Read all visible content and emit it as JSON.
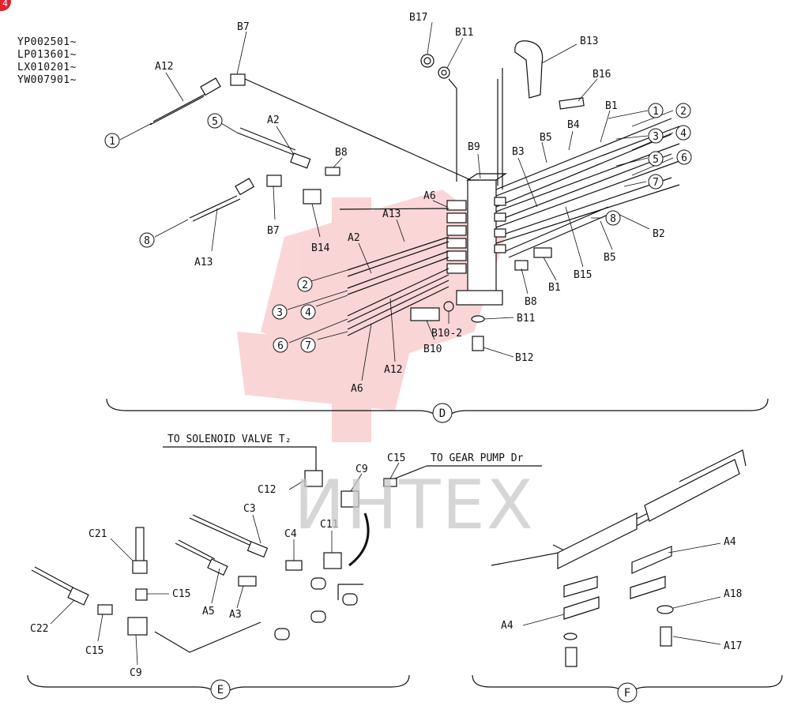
{
  "page_badge": "4",
  "serials": [
    "YP002501∼",
    "LP013601∼",
    "LX010201∼",
    "YW007901∼"
  ],
  "watermark": "ИНТЕХ",
  "colors": {
    "ink": "#111111",
    "watermark": "#f5a6a6",
    "badge": "#e0232f"
  },
  "section_d": {
    "label": "D",
    "parts": [
      {
        "id": "a12-top",
        "text": "A12"
      },
      {
        "id": "b7-top",
        "text": "B7"
      },
      {
        "id": "b17",
        "text": "B17"
      },
      {
        "id": "b11-top",
        "text": "B11"
      },
      {
        "id": "b13",
        "text": "B13"
      },
      {
        "id": "b16",
        "text": "B16"
      },
      {
        "id": "b1-top",
        "text": "B1"
      },
      {
        "id": "b4",
        "text": "B4"
      },
      {
        "id": "b5-top",
        "text": "B5"
      },
      {
        "id": "b9",
        "text": "B9"
      },
      {
        "id": "b3",
        "text": "B3"
      },
      {
        "id": "a2-top",
        "text": "A2"
      },
      {
        "id": "b8-top",
        "text": "B8"
      },
      {
        "id": "a6-mid",
        "text": "A6"
      },
      {
        "id": "a13-mid",
        "text": "A13"
      },
      {
        "id": "b7-mid",
        "text": "B7"
      },
      {
        "id": "b14",
        "text": "B14"
      },
      {
        "id": "a13-left",
        "text": "A13"
      },
      {
        "id": "a2-mid",
        "text": "A2"
      },
      {
        "id": "b2",
        "text": "B2"
      },
      {
        "id": "b5-low",
        "text": "B5"
      },
      {
        "id": "b15",
        "text": "B15"
      },
      {
        "id": "b1-low",
        "text": "B1"
      },
      {
        "id": "b8-low",
        "text": "B8"
      },
      {
        "id": "b11-low",
        "text": "B11"
      },
      {
        "id": "b10-2",
        "text": "B10-2"
      },
      {
        "id": "b10",
        "text": "B10"
      },
      {
        "id": "b12",
        "text": "B12"
      },
      {
        "id": "a12-low",
        "text": "A12"
      },
      {
        "id": "a6-low",
        "text": "A6"
      }
    ],
    "callouts": [
      {
        "id": "c1-left",
        "text": "1"
      },
      {
        "id": "c5-left",
        "text": "5"
      },
      {
        "id": "c8-left",
        "text": "8"
      },
      {
        "id": "c2-left",
        "text": "2"
      },
      {
        "id": "c3-left",
        "text": "3"
      },
      {
        "id": "c4-left",
        "text": "4"
      },
      {
        "id": "c6-left",
        "text": "6"
      },
      {
        "id": "c7-left",
        "text": "7"
      },
      {
        "id": "c1-right",
        "text": "1"
      },
      {
        "id": "c2-right",
        "text": "2"
      },
      {
        "id": "c3-right",
        "text": "3"
      },
      {
        "id": "c4-right",
        "text": "4"
      },
      {
        "id": "c5-right",
        "text": "5"
      },
      {
        "id": "c6-right",
        "text": "6"
      },
      {
        "id": "c7-right",
        "text": "7"
      },
      {
        "id": "c8-right",
        "text": "8"
      }
    ]
  },
  "section_e": {
    "label": "E",
    "notes": [
      {
        "id": "note-solenoid",
        "text": "TO SOLENOID VALVE T₂"
      },
      {
        "id": "note-gear",
        "text": "TO GEAR PUMP Dr"
      }
    ],
    "parts": [
      {
        "id": "c12",
        "text": "C12"
      },
      {
        "id": "c9-top",
        "text": "C9"
      },
      {
        "id": "c15-top",
        "text": "C15"
      },
      {
        "id": "c3",
        "text": "C3"
      },
      {
        "id": "c4",
        "text": "C4"
      },
      {
        "id": "c11",
        "text": "C11"
      },
      {
        "id": "c21",
        "text": "C21"
      },
      {
        "id": "c15-mid",
        "text": "C15"
      },
      {
        "id": "a5",
        "text": "A5"
      },
      {
        "id": "a3",
        "text": "A3"
      },
      {
        "id": "c22",
        "text": "C22"
      },
      {
        "id": "c15-low",
        "text": "C15"
      },
      {
        "id": "c9-low",
        "text": "C9"
      }
    ]
  },
  "section_f": {
    "label": "F",
    "parts": [
      {
        "id": "a4-top",
        "text": "A4"
      },
      {
        "id": "a18",
        "text": "A18"
      },
      {
        "id": "a4-low",
        "text": "A4"
      },
      {
        "id": "a17",
        "text": "A17"
      }
    ]
  }
}
